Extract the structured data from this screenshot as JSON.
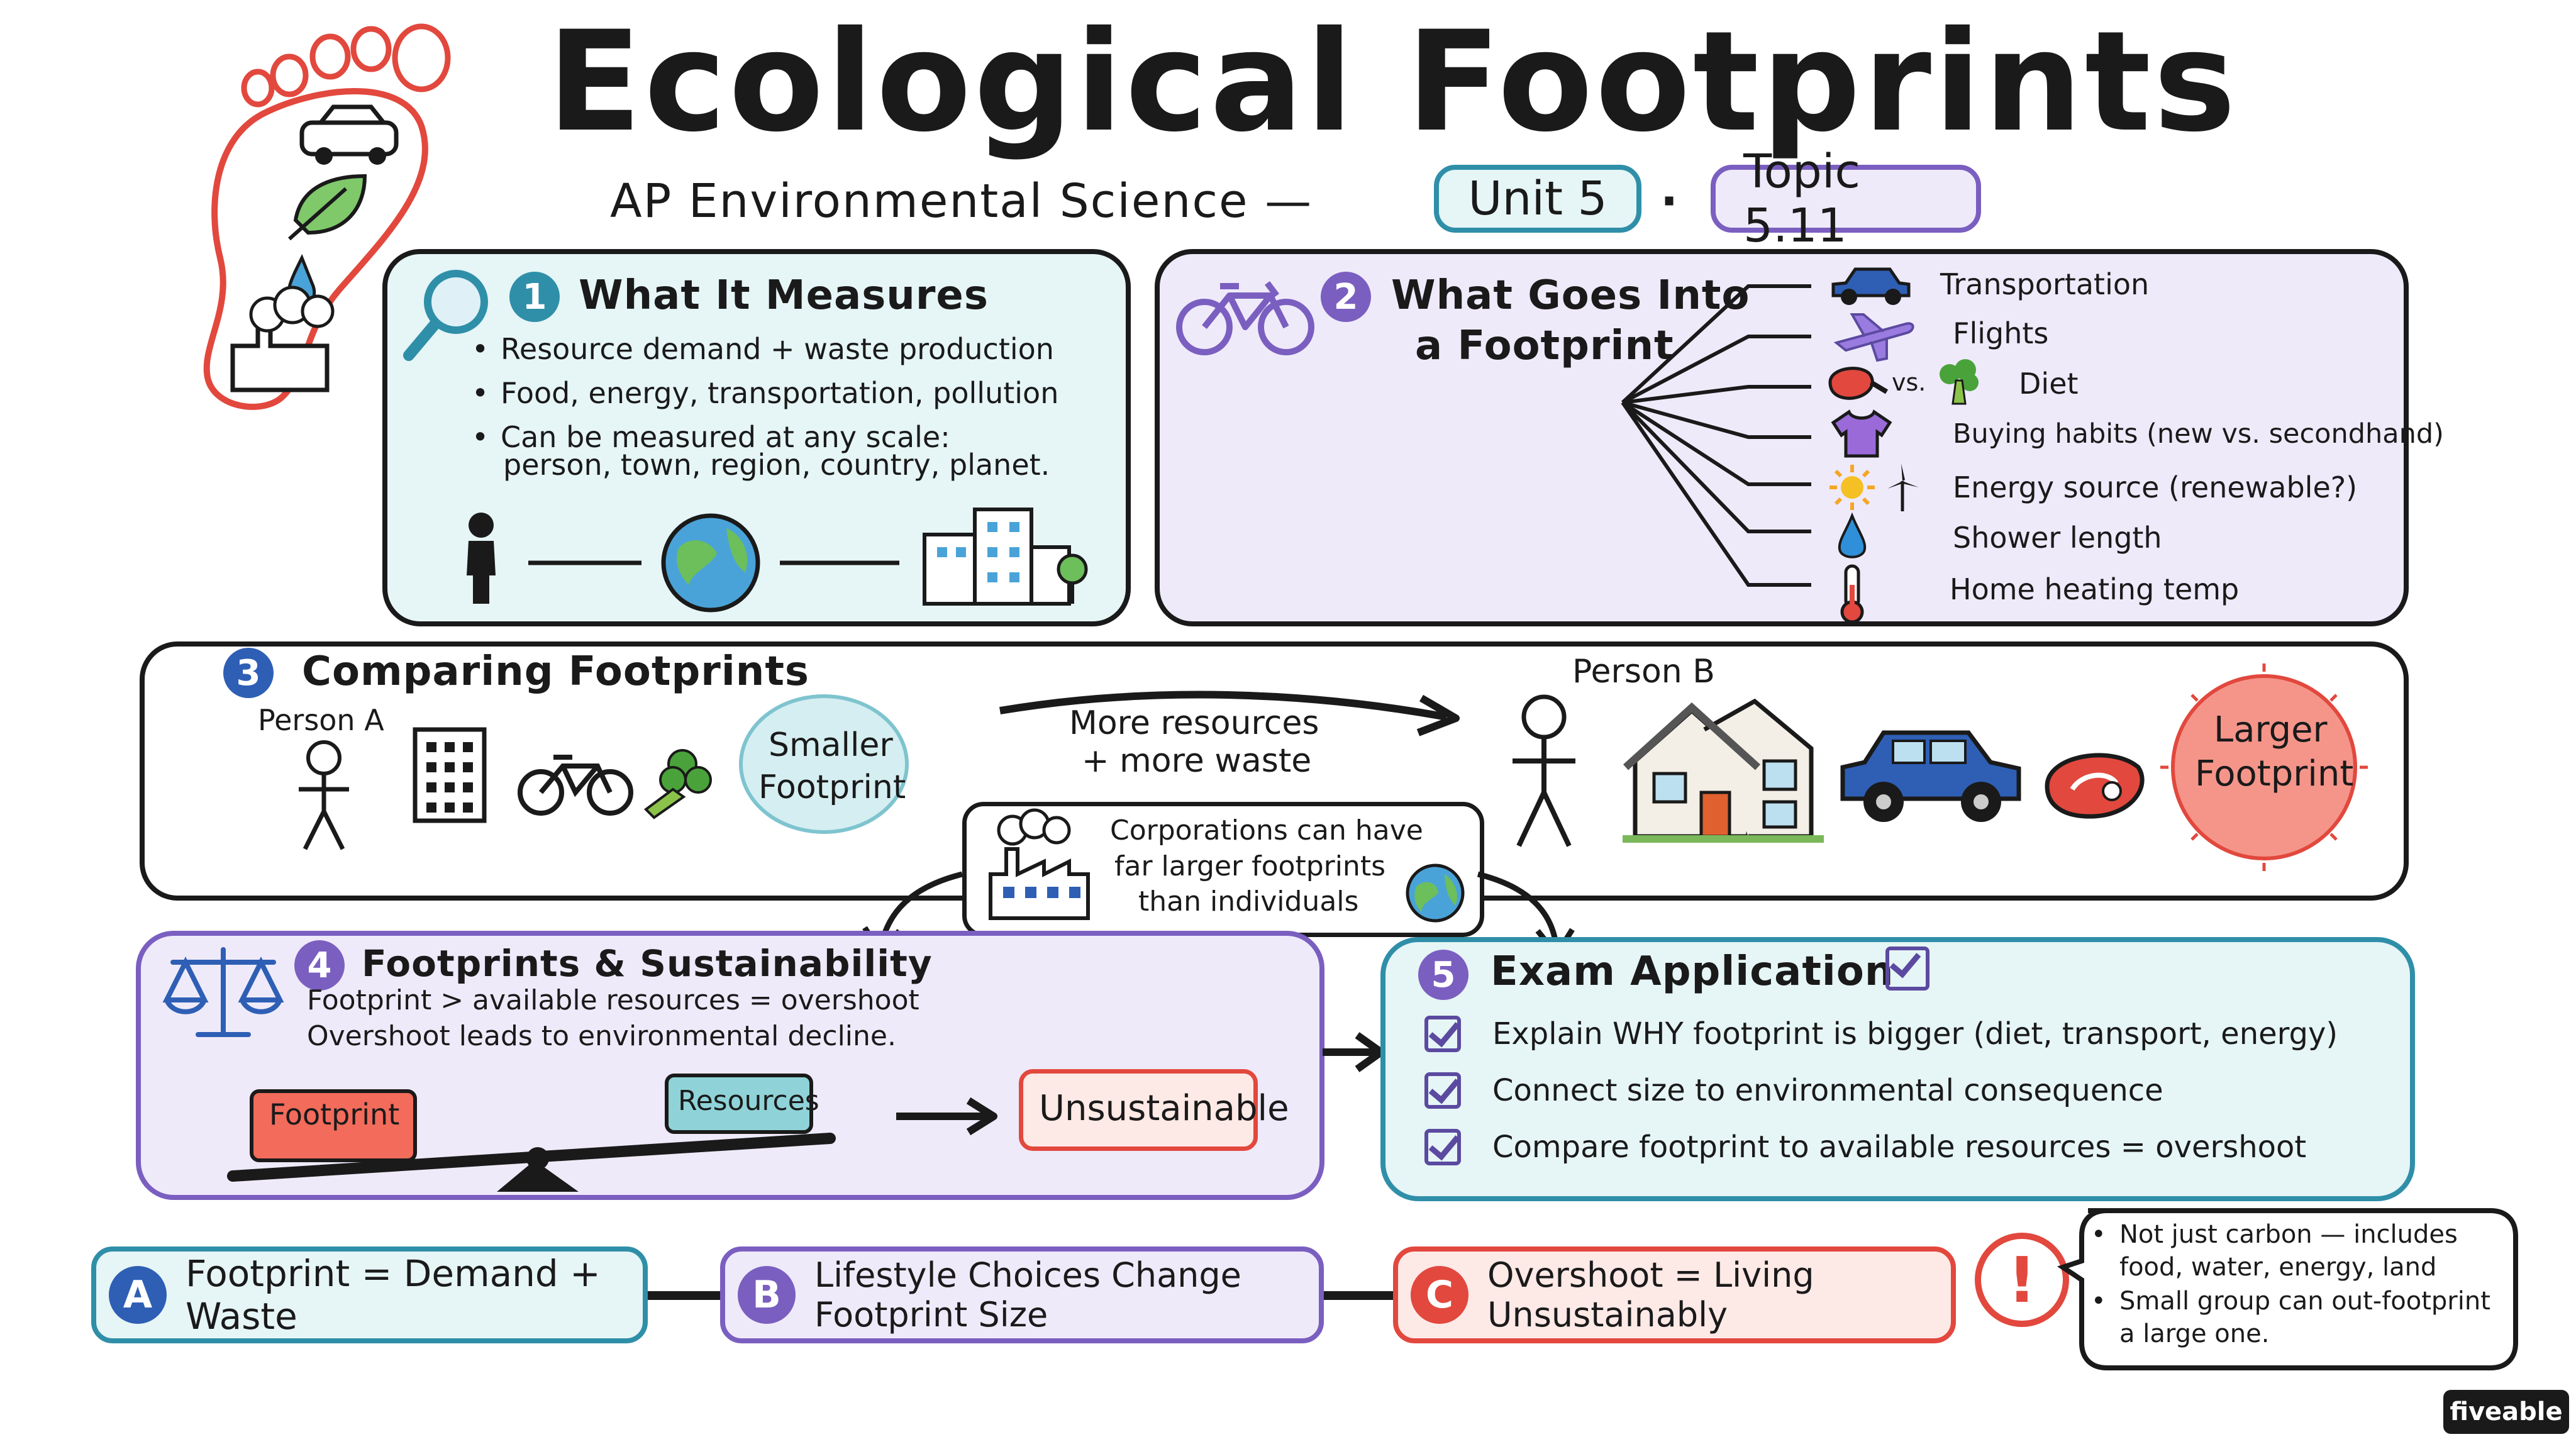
{
  "header": {
    "title": "Ecological Footprints",
    "subtitle": "AP Environmental Science —",
    "unit": "Unit 5",
    "separator": "·",
    "topic": "Topic 5.11"
  },
  "section1": {
    "num": "1",
    "title": "What It Measures",
    "bullets": [
      "Resource demand + waste production",
      "Food, energy, transportation, pollution",
      "Can be measured at any scale:"
    ],
    "scale_line": "person, town, region, country, planet."
  },
  "section2": {
    "num": "2",
    "title_line1": "What Goes Into",
    "title_line2": "a Footprint",
    "items": [
      "Transportation",
      "Flights",
      "Diet",
      "Buying habits (new vs. secondhand)",
      "Energy source (renewable?)",
      "Shower length",
      "Home heating temp"
    ],
    "vs_label": "vs."
  },
  "section3": {
    "num": "3",
    "title": "Comparing Footprints",
    "person_a": "Person A",
    "person_b": "Person B",
    "smaller_line1": "Smaller",
    "smaller_line2": "Footprint",
    "larger_line1": "Larger",
    "larger_line2": "Footprint",
    "arrow_line1": "More resources",
    "arrow_line2": "+ more waste",
    "corp_line1": "Corporations can have",
    "corp_line2": "far larger footprints",
    "corp_line3": "than individuals"
  },
  "section4": {
    "num": "4",
    "title": "Footprints & Sustainability",
    "line1": "Footprint > available resources = overshoot",
    "line2": "Overshoot leads to environmental decline.",
    "footprint_label": "Footprint",
    "resources_label": "Resources",
    "unsustainable_label": "Unsustainable"
  },
  "section5": {
    "num": "5",
    "title": "Exam Application",
    "items": [
      "Explain WHY footprint is bigger (diet, transport, energy)",
      "Connect size to environmental consequence",
      "Compare footprint to available resources = overshoot"
    ]
  },
  "summary": {
    "a_letter": "A",
    "a_text": "Footprint = Demand + Waste",
    "b_letter": "B",
    "b_text": "Lifestyle Choices Change Footprint Size",
    "c_letter": "C",
    "c_text": "Overshoot = Living Unsustainably"
  },
  "callout": {
    "mark": "!",
    "note1_line1": "Not just carbon — includes",
    "note1_line2": "food, water, energy, land",
    "note2_line1": "Small group can out-footprint",
    "note2_line2": "a large one."
  },
  "brand": "fiveable",
  "colors": {
    "teal": "#2f8fa8",
    "purple": "#7a5fc0",
    "red": "#e2483d",
    "teal_bg": "#e6f5f6",
    "purple_bg": "#efeafa",
    "red_bg": "#fde9e6"
  }
}
